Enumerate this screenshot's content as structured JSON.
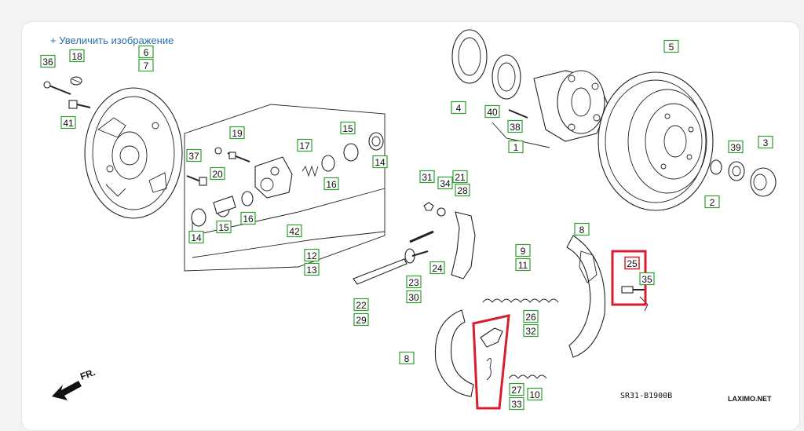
{
  "zoom_link": "+ Увеличить изображение",
  "diagram_code": "SR31-B1900B",
  "watermark": "LAXIMO.NET",
  "front_marker": "FR.",
  "highlight_color": "#d81e2c",
  "callout_color": "#2f9e2f",
  "callouts": [
    "36",
    "18",
    "6",
    "7",
    "41",
    "37",
    "20",
    "19",
    "17",
    "15",
    "14",
    "16",
    "14",
    "15",
    "16",
    "42",
    "12",
    "13",
    "4",
    "40",
    "38",
    "1",
    "5",
    "39",
    "3",
    "2",
    "31",
    "34",
    "21",
    "28",
    "24",
    "23",
    "30",
    "22",
    "29",
    "8",
    "9",
    "11",
    "26",
    "32",
    "8",
    "27",
    "10",
    "33",
    "25",
    "35"
  ]
}
